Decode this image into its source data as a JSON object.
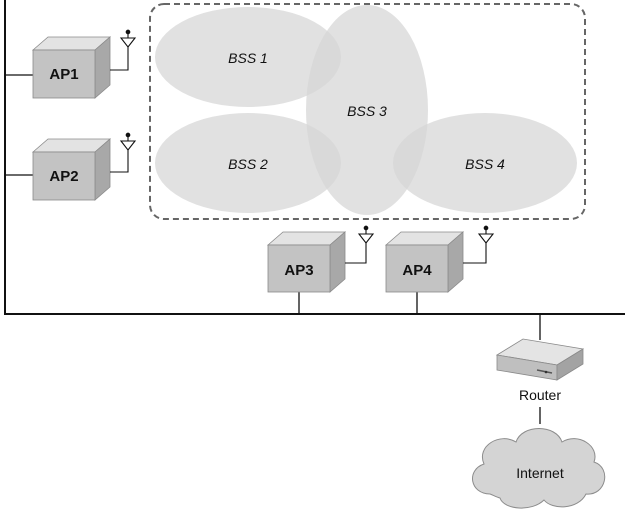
{
  "diagram": {
    "bss_areas": [
      {
        "label": "BSS 1"
      },
      {
        "label": "BSS 3"
      },
      {
        "label": "BSS 2"
      },
      {
        "label": "BSS 4"
      }
    ],
    "access_points": [
      {
        "label": "AP1"
      },
      {
        "label": "AP2"
      },
      {
        "label": "AP3"
      },
      {
        "label": "AP4"
      }
    ],
    "router": {
      "label": "Router"
    },
    "internet": {
      "label": "Internet"
    }
  },
  "colors": {
    "ellipse_fill": "#d9d9d9",
    "ap_front": "#c2c2c2",
    "ap_top": "#e2e2e2",
    "ap_side": "#a9a9a9",
    "line": "#111111",
    "dashed_border": "#666666"
  }
}
